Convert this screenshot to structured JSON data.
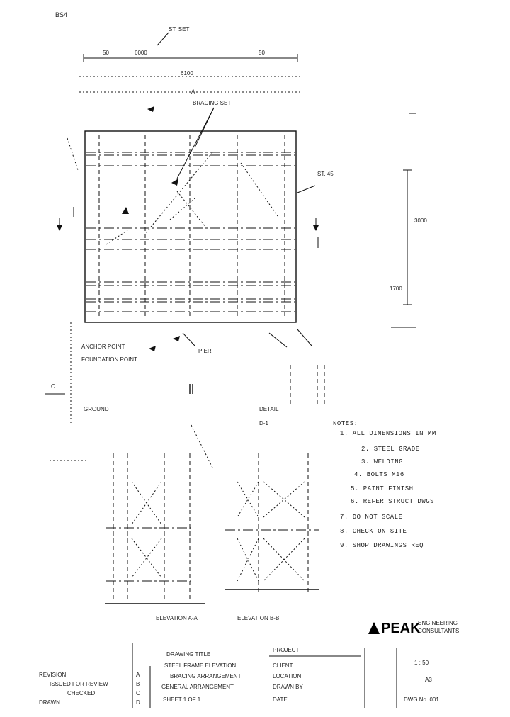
{
  "drawing": {
    "corner_mark": "BS4",
    "top_callout": "ST. SET",
    "top_dim": "6000",
    "top_dim_left": "50",
    "top_dim_right": "50",
    "overall_dim": "6100",
    "bracing_label": "BRACING SET",
    "section_mark": "A",
    "height_dim": "3000",
    "side_dim": "1700",
    "right_callout": "ST. 45",
    "bottom_callout": "PIER",
    "anchor_label": "ANCHOR POINT",
    "anchor_label_2": "FOUNDATION POINT",
    "left_mark": "C",
    "ground_label": "GROUND",
    "elev_left_label": "ELEVATION A-A",
    "elev_right_label": "ELEVATION B-B",
    "detail_a": "DETAIL",
    "detail_b": "D-1"
  },
  "notes": {
    "lines": [
      "NOTES:",
      "1. ALL DIMENSIONS IN MM",
      "2. STEEL GRADE",
      "3. WELDING",
      "4. BOLTS M16",
      "5. PAINT FINISH",
      "6. REFER STRUCT DWGS",
      "7. DO NOT SCALE",
      "8. CHECK ON SITE",
      "9. SHOP DRAWINGS REQ"
    ]
  },
  "brand": {
    "name": "PEAK",
    "tagline_1": "ENGINEERING",
    "tagline_2": "CONSULTANTS"
  },
  "title_block": {
    "left_lines": [
      "REVISION",
      "ISSUED FOR REVIEW",
      "CHECKED",
      "DRAWN"
    ],
    "rev_cells": [
      "A",
      "B",
      "C",
      "D"
    ],
    "mid_lines": [
      "DRAWING TITLE",
      "STEEL FRAME ELEVATION",
      "BRACING ARRANGEMENT",
      "GENERAL ARRANGEMENT",
      "SHEET 1 OF 1"
    ],
    "info_header": "PROJECT",
    "info_lines": [
      "CLIENT",
      "LOCATION",
      "DRAWN BY",
      "DATE"
    ],
    "scale_label": "1 : 50",
    "sheet_label": "A3",
    "drawing_no": "DWG No. 001"
  }
}
